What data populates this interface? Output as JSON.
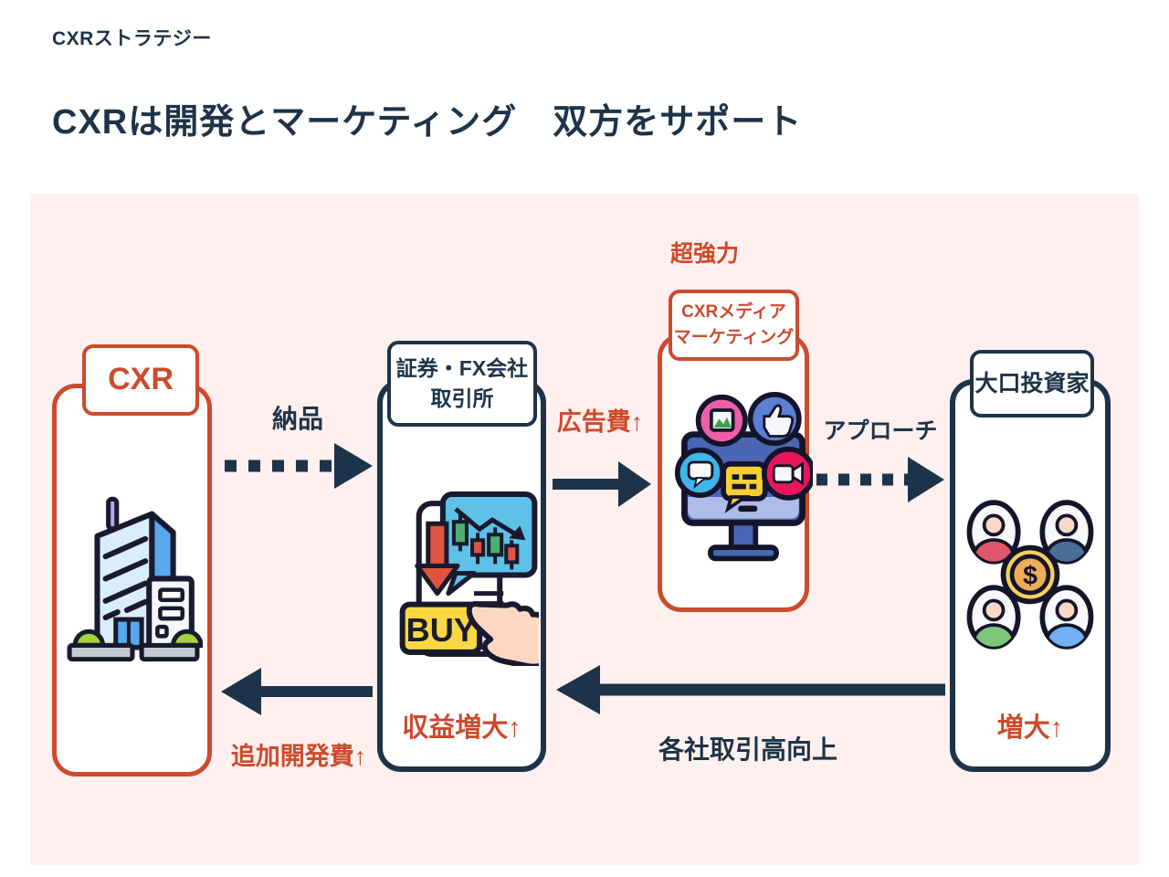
{
  "header": {
    "eyebrow": "CXRストラテジー",
    "title": "CXRは開発とマーケティング　双方をサポート"
  },
  "colors": {
    "navy": "#1d3349",
    "red": "#cd4a2c",
    "panel_pink": "#fdf0ee"
  },
  "nodes": {
    "cxr": {
      "label": "CXR",
      "accent": "red",
      "icon": "company-building-icon"
    },
    "exchange": {
      "label_line1": "証券・FX会社",
      "label_line2": "取引所",
      "bottom_label": "収益増大↑",
      "accent": "navy",
      "icon": "stock-buy-icon"
    },
    "media": {
      "badge": "超強力",
      "label_line1": "CXRメディア",
      "label_line2": "マーケティング",
      "accent": "red",
      "icon": "media-marketing-icon"
    },
    "investors": {
      "label": "大口投資家",
      "bottom_label": "増大↑",
      "accent": "navy",
      "icon": "investors-network-icon"
    }
  },
  "arrows": {
    "delivery": {
      "label": "納品",
      "style": "dashed",
      "direction": "right",
      "label_color": "navy"
    },
    "ad_cost": {
      "label": "広告費↑",
      "style": "solid",
      "direction": "right",
      "label_color": "red"
    },
    "approach": {
      "label": "アプローチ",
      "style": "dashed",
      "direction": "right",
      "label_color": "navy"
    },
    "trade_volume": {
      "label": "各社取引高向上",
      "style": "solid",
      "direction": "left",
      "label_color": "navy"
    },
    "dev_cost": {
      "label": "追加開発費↑",
      "style": "solid",
      "direction": "left",
      "label_color": "red"
    }
  }
}
